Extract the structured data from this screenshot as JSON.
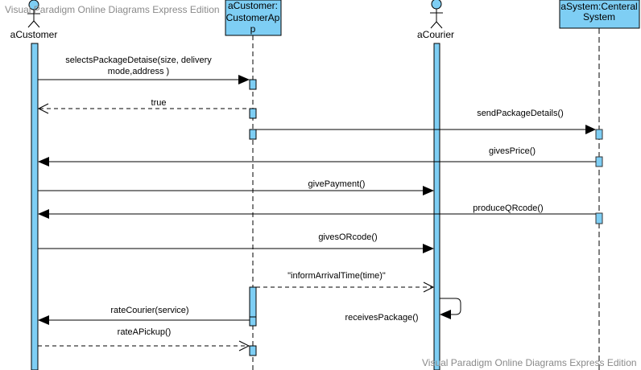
{
  "watermark": {
    "top": "Visual Paradigm Online Diagrams Express Edition",
    "bottom": "Visual Paradigm Online Diagrams Express Edition"
  },
  "colors": {
    "activation_fill": "#7ecef4",
    "header_fill": "#7ecef4",
    "line": "#000000",
    "dashed_lifeline_system": "#808080",
    "watermark": "#8a8a8a"
  },
  "participants": [
    {
      "id": "customer",
      "kind": "actor",
      "label": "aCustomer"
    },
    {
      "id": "app",
      "kind": "object",
      "label_lines": [
        "aCustomer:",
        "CustomerAp",
        "p"
      ]
    },
    {
      "id": "courier",
      "kind": "actor",
      "label": "aCourier"
    },
    {
      "id": "system",
      "kind": "object",
      "label_lines": [
        "aSystem:Centeral",
        "System"
      ]
    }
  ],
  "messages": [
    {
      "from": "customer",
      "to": "app",
      "type": "sync",
      "label_lines": [
        "selectsPackageDetaise(size, delivery",
        "mode,address )"
      ]
    },
    {
      "from": "app",
      "to": "customer",
      "type": "return",
      "label_lines": [
        "true"
      ]
    },
    {
      "from": "app",
      "to": "system",
      "type": "sync",
      "label_lines": [
        "sendPackageDetails()"
      ]
    },
    {
      "from": "system",
      "to": "customer",
      "type": "sync",
      "label_lines": [
        "givesPrice()"
      ]
    },
    {
      "from": "customer",
      "to": "courier",
      "type": "sync",
      "label_lines": [
        "givePayment()"
      ]
    },
    {
      "from": "system",
      "to": "customer",
      "type": "sync",
      "label_lines": [
        "produceQRcode()"
      ]
    },
    {
      "from": "customer",
      "to": "courier",
      "type": "sync",
      "label_lines": [
        "givesORcode()"
      ]
    },
    {
      "from": "app",
      "to": "courier",
      "type": "async-dashed",
      "label_lines": [
        "\"informArrivalTime(time)\""
      ]
    },
    {
      "from": "courier",
      "to": "courier",
      "type": "self",
      "label_lines": [
        "receivesPackage()"
      ]
    },
    {
      "from": "app",
      "to": "customer",
      "type": "sync",
      "label_lines": [
        "rateCourier(service)"
      ]
    },
    {
      "from": "customer",
      "to": "app",
      "type": "async-dashed",
      "label_lines": [
        "rateAPickup()"
      ]
    }
  ]
}
